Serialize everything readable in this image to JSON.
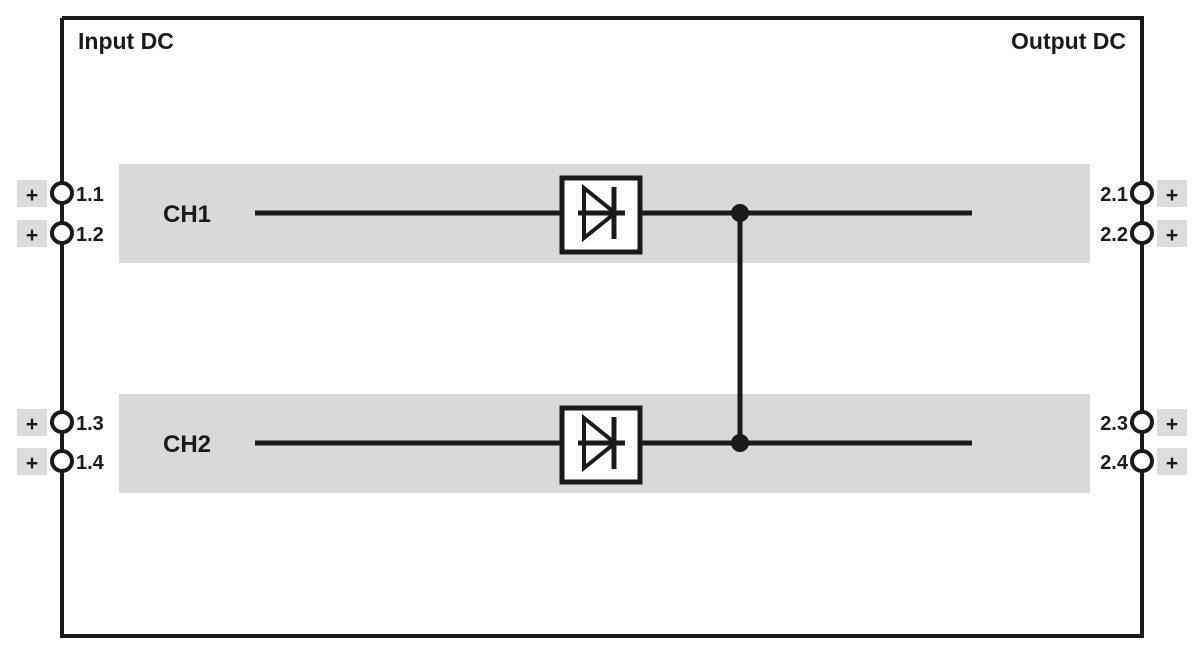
{
  "diagram": {
    "type": "block-diagram",
    "title_left": "Input DC",
    "title_right": "Output DC",
    "colors": {
      "line": "#1a1a1a",
      "band": "#d9d9d9",
      "badge": "#dcdcdc",
      "background": "#ffffff"
    },
    "channels": [
      {
        "label": "CH1",
        "component": "diode",
        "input_terminals": [
          "1.1",
          "1.2"
        ],
        "output_terminals": [
          "2.1",
          "2.2"
        ]
      },
      {
        "label": "CH2",
        "component": "diode",
        "input_terminals": [
          "1.3",
          "1.4"
        ],
        "output_terminals": [
          "2.3",
          "2.4"
        ]
      }
    ],
    "input_terminals": [
      {
        "id": "1.1",
        "polarity": "+"
      },
      {
        "id": "1.2",
        "polarity": "+"
      },
      {
        "id": "1.3",
        "polarity": "+"
      },
      {
        "id": "1.4",
        "polarity": "+"
      }
    ],
    "output_terminals": [
      {
        "id": "2.1",
        "polarity": "+"
      },
      {
        "id": "2.2",
        "polarity": "+"
      },
      {
        "id": "2.3",
        "polarity": "+"
      },
      {
        "id": "2.4",
        "polarity": "+"
      }
    ],
    "junctions": [
      {
        "name": "ch1-junction"
      },
      {
        "name": "ch2-junction"
      }
    ],
    "interconnect": "vertical-bus-between-ch1-and-ch2"
  }
}
